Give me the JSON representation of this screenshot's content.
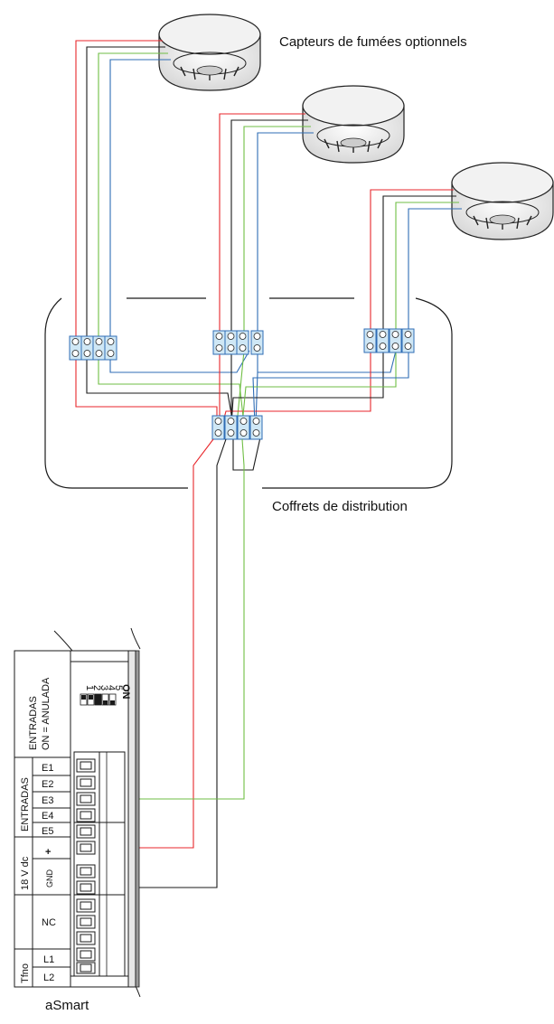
{
  "labels": {
    "smoke_detectors": "Capteurs de fumées optionnels",
    "distribution_boxes": "Coffrets de distribution",
    "device_name": "aSmart"
  },
  "panel": {
    "header_line1": "ENTRADAS",
    "header_line2": "ON = ANULADA",
    "dip_on": "ON",
    "dip_numbers": [
      "1",
      "2",
      "3",
      "4",
      "5"
    ],
    "group_inputs": "ENTRADAS",
    "group_power": "18 V dc",
    "group_phone": "Tfno",
    "terminals": [
      "E1",
      "E2",
      "E3",
      "E4",
      "E5",
      "+",
      "GND",
      "NC",
      "L1",
      "L2"
    ]
  },
  "wire_colors": {
    "red": "#e8262b",
    "black": "#1a1a1a",
    "green": "#6fbe44",
    "blue": "#2f6db5",
    "terminal_fill": "#cfe7f5",
    "terminal_stroke": "#2f6db5"
  }
}
